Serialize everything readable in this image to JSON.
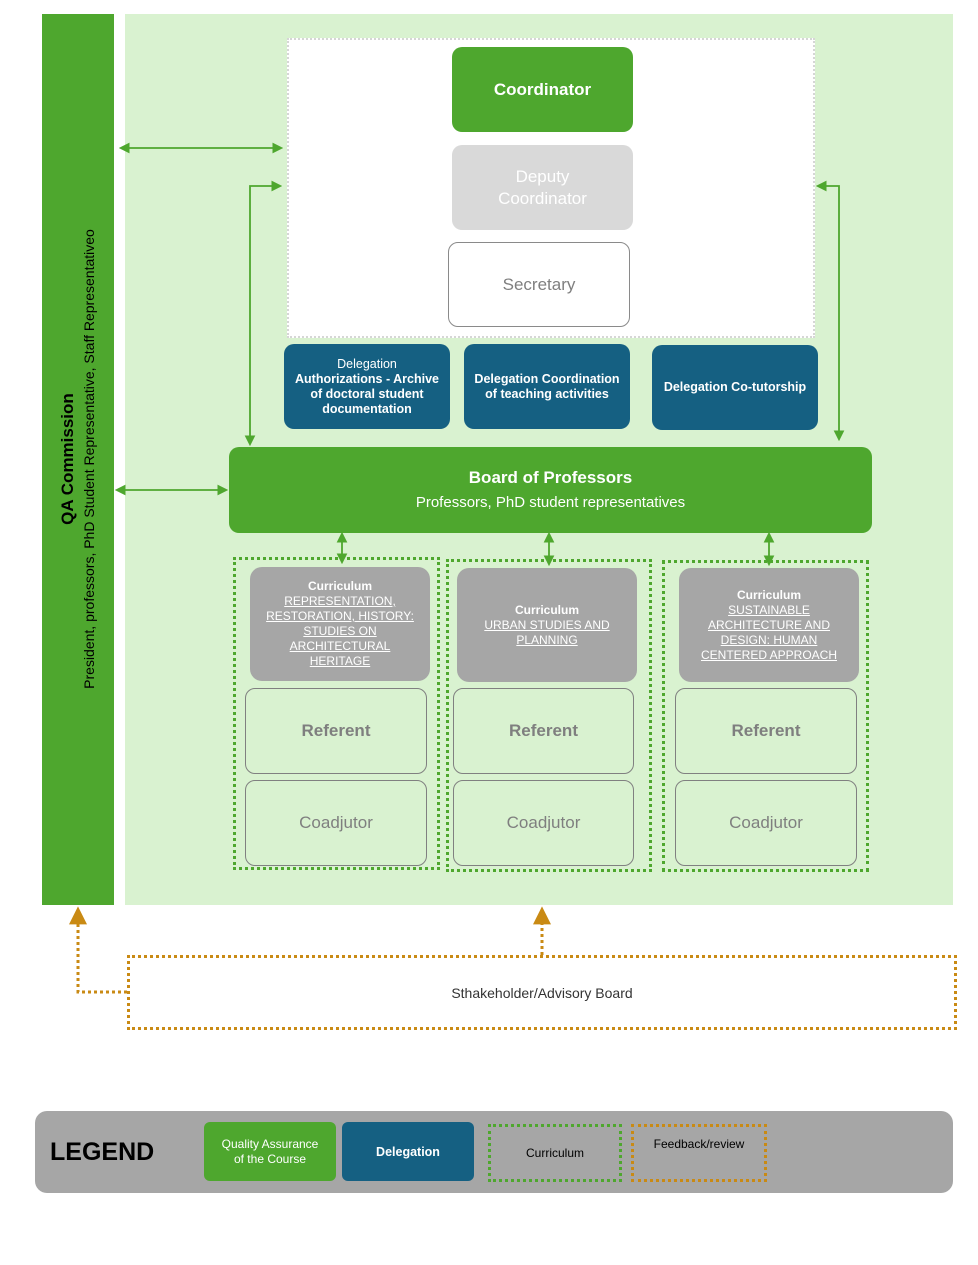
{
  "qa_commission": {
    "title": "QA Commission",
    "members": "President, professors, PhD Student Representative, Staff Representativeo"
  },
  "coordination": {
    "coordinator": "Coordinator",
    "deputy_line1": "Deputy",
    "deputy_line2": "Coordinator",
    "secretary": "Secretary"
  },
  "delegations": [
    {
      "prefix": "Delegation",
      "text": "Authorizations - Archive of doctoral student documentation"
    },
    {
      "prefix": "",
      "text": "Delegation Coordination of teaching activities"
    },
    {
      "prefix": "",
      "text": "Delegation Co-tutorship"
    }
  ],
  "board": {
    "title": "Board of Professors",
    "members": "Professors, PhD student representatives"
  },
  "curricula": [
    {
      "label": "Curriculum",
      "name": "REPRESENTATION, RESTORATION, HISTORY: STUDIES ON ARCHITECTURAL HERITAGE",
      "referent": "Referent",
      "coadjutor": "Coadjutor"
    },
    {
      "label": "Curriculum",
      "name": "URBAN STUDIES AND PLANNING",
      "referent": "Referent",
      "coadjutor": "Coadjutor"
    },
    {
      "label": "Curriculum",
      "name": "SUSTAINABLE ARCHITECTURE AND DESIGN: HUMAN CENTERED APPROACH",
      "referent": "Referent",
      "coadjutor": "Coadjutor"
    }
  ],
  "stakeholder": "Sthakeholder/Advisory Board",
  "legend": {
    "title": "LEGEND",
    "quality": "Quality Assurance of the Course",
    "delegation": "Delegation",
    "curriculum": "Curriculum",
    "feedback": "Feedback/review"
  },
  "colors": {
    "quality_green": "#4ea72e",
    "panel_green": "#d9f2d0",
    "delegation_blue": "#156082",
    "curriculum_grey": "#a6a6a6",
    "feedback_orange": "#c98a14"
  }
}
